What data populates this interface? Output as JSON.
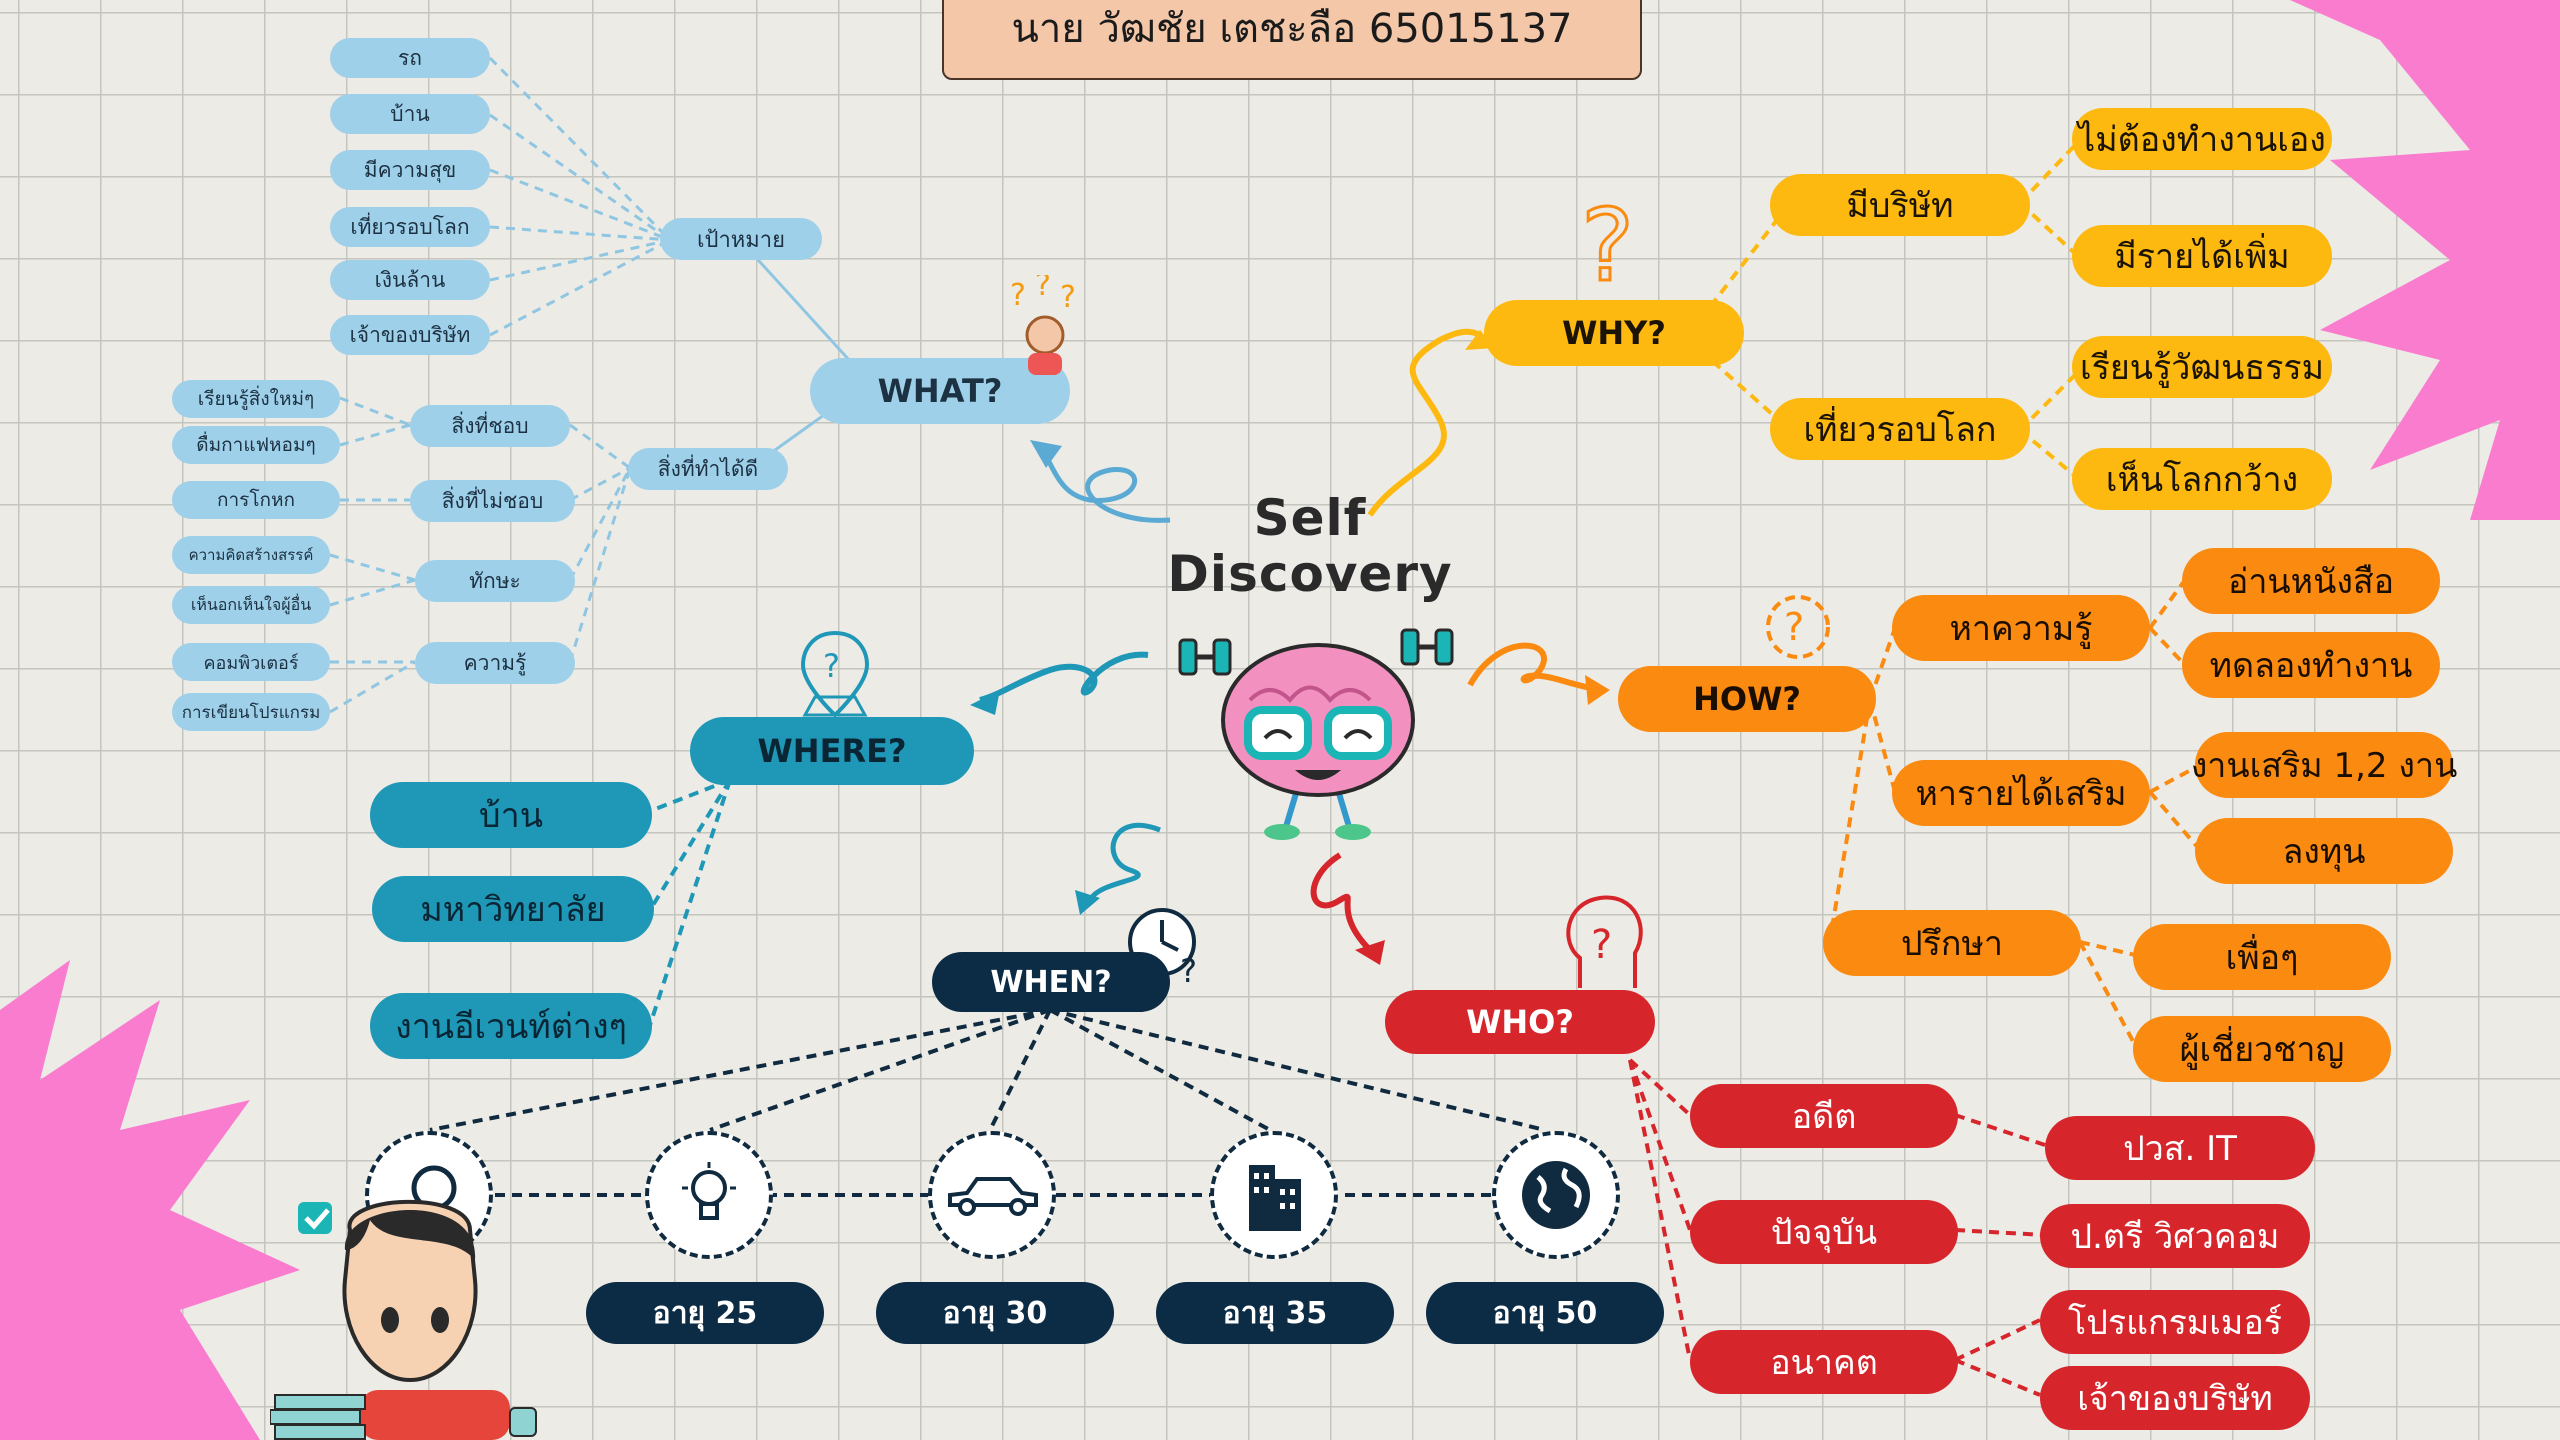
{
  "title": "นาย วัฒชัย เตชะลือ 65015137",
  "center": {
    "line1": "Self",
    "line2": "Discovery"
  },
  "what": {
    "label": "WHAT?",
    "goal": {
      "label": "เป้าหมาย",
      "items": [
        "รถ",
        "บ้าน",
        "มีความสุข",
        "เที่ยวรอบโลก",
        "เงินล้าน",
        "เจ้าของบริษัท"
      ]
    },
    "can_do": {
      "label": "สิ่งที่ทำได้ดี",
      "likes": {
        "label": "สิ่งที่ชอบ",
        "items": [
          "เรียนรู้สิ่งใหม่ๆ",
          "ดื่มกาแฟหอมๆ"
        ]
      },
      "dislikes": {
        "label": "สิ่งที่ไม่ชอบ",
        "items": [
          "การโกหก"
        ]
      },
      "skills": {
        "label": "ทักษะ",
        "items": [
          "ความคิดสร้างสรรค์",
          "เห็นอกเห็นใจผู้อื่น"
        ]
      },
      "knowledge": {
        "label": "ความรู้",
        "items": [
          "คอมพิวเตอร์",
          "การเขียนโปรแกรม"
        ]
      }
    }
  },
  "why": {
    "label": "WHY?",
    "company": {
      "label": "มีบริษัท",
      "items": [
        "ไม่ต้องทำงานเอง",
        "มีรายได้เพิ่ม"
      ]
    },
    "travel": {
      "label": "เที่ยวรอบโลก",
      "items": [
        "เรียนรู้วัฒนธรรม",
        "เห็นโลกกว้าง"
      ]
    }
  },
  "how": {
    "label": "HOW?",
    "knowledge": {
      "label": "หาความรู้",
      "items": [
        "อ่านหนังสือ",
        "ทดลองทำงาน"
      ]
    },
    "income": {
      "label": "หารายได้เสริม",
      "items": [
        "งานเสริม 1,2 งาน",
        "ลงทุน"
      ]
    },
    "consult": {
      "label": "ปรึกษา",
      "items": [
        "เพื่อๆ",
        "ผู้เชี่ยวชาญ"
      ]
    }
  },
  "where": {
    "label": "WHERE?",
    "items": [
      "บ้าน",
      "มหาวิทยาลัย",
      "งานอีเวนท์ต่างๆ"
    ]
  },
  "when": {
    "label": "WHEN?",
    "items": [
      {
        "label": "อายุ 25",
        "icon": "lightbulb-icon"
      },
      {
        "label": "อายุ 30",
        "icon": "car-icon"
      },
      {
        "label": "อายุ 35",
        "icon": "building-icon"
      },
      {
        "label": "อายุ 50",
        "icon": "globe-icon"
      }
    ],
    "first_icon": "magnifier-icon"
  },
  "who": {
    "label": "WHO?",
    "past": {
      "label": "อดีต",
      "value": "ปวส. IT"
    },
    "present": {
      "label": "ปัจจุบัน",
      "value": "ป.ตรี วิศวคอม"
    },
    "future": {
      "label": "อนาคต",
      "items": [
        "โปรแกรมเมอร์",
        "เจ้าของบริษัท"
      ]
    }
  },
  "colors": {
    "what": "#9fd0ea",
    "where": "#1f97b7",
    "why": "#fdb90f",
    "how": "#fb8a10",
    "who": "#d6262b",
    "when": "#0c2b45",
    "splash": "#fa7ccf",
    "title_bg": "#f3c7a8"
  }
}
